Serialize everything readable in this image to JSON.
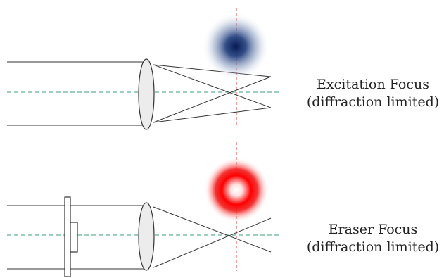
{
  "excitation": {
    "title": "Excitation Focus",
    "subtitle": "(diffraction limited)",
    "spot_color": "#0a1f5c",
    "spot_shape": "filled-spot"
  },
  "eraser": {
    "title": "Eraser Focus",
    "subtitle": "(diffraction limited)",
    "spot_color": "#ff0000",
    "spot_shape": "donut-ring"
  },
  "colors": {
    "optical_axis": "#3aa07a",
    "focal_plane": "#d94040",
    "beam": "#333333",
    "lens_fill": "#ececec"
  }
}
